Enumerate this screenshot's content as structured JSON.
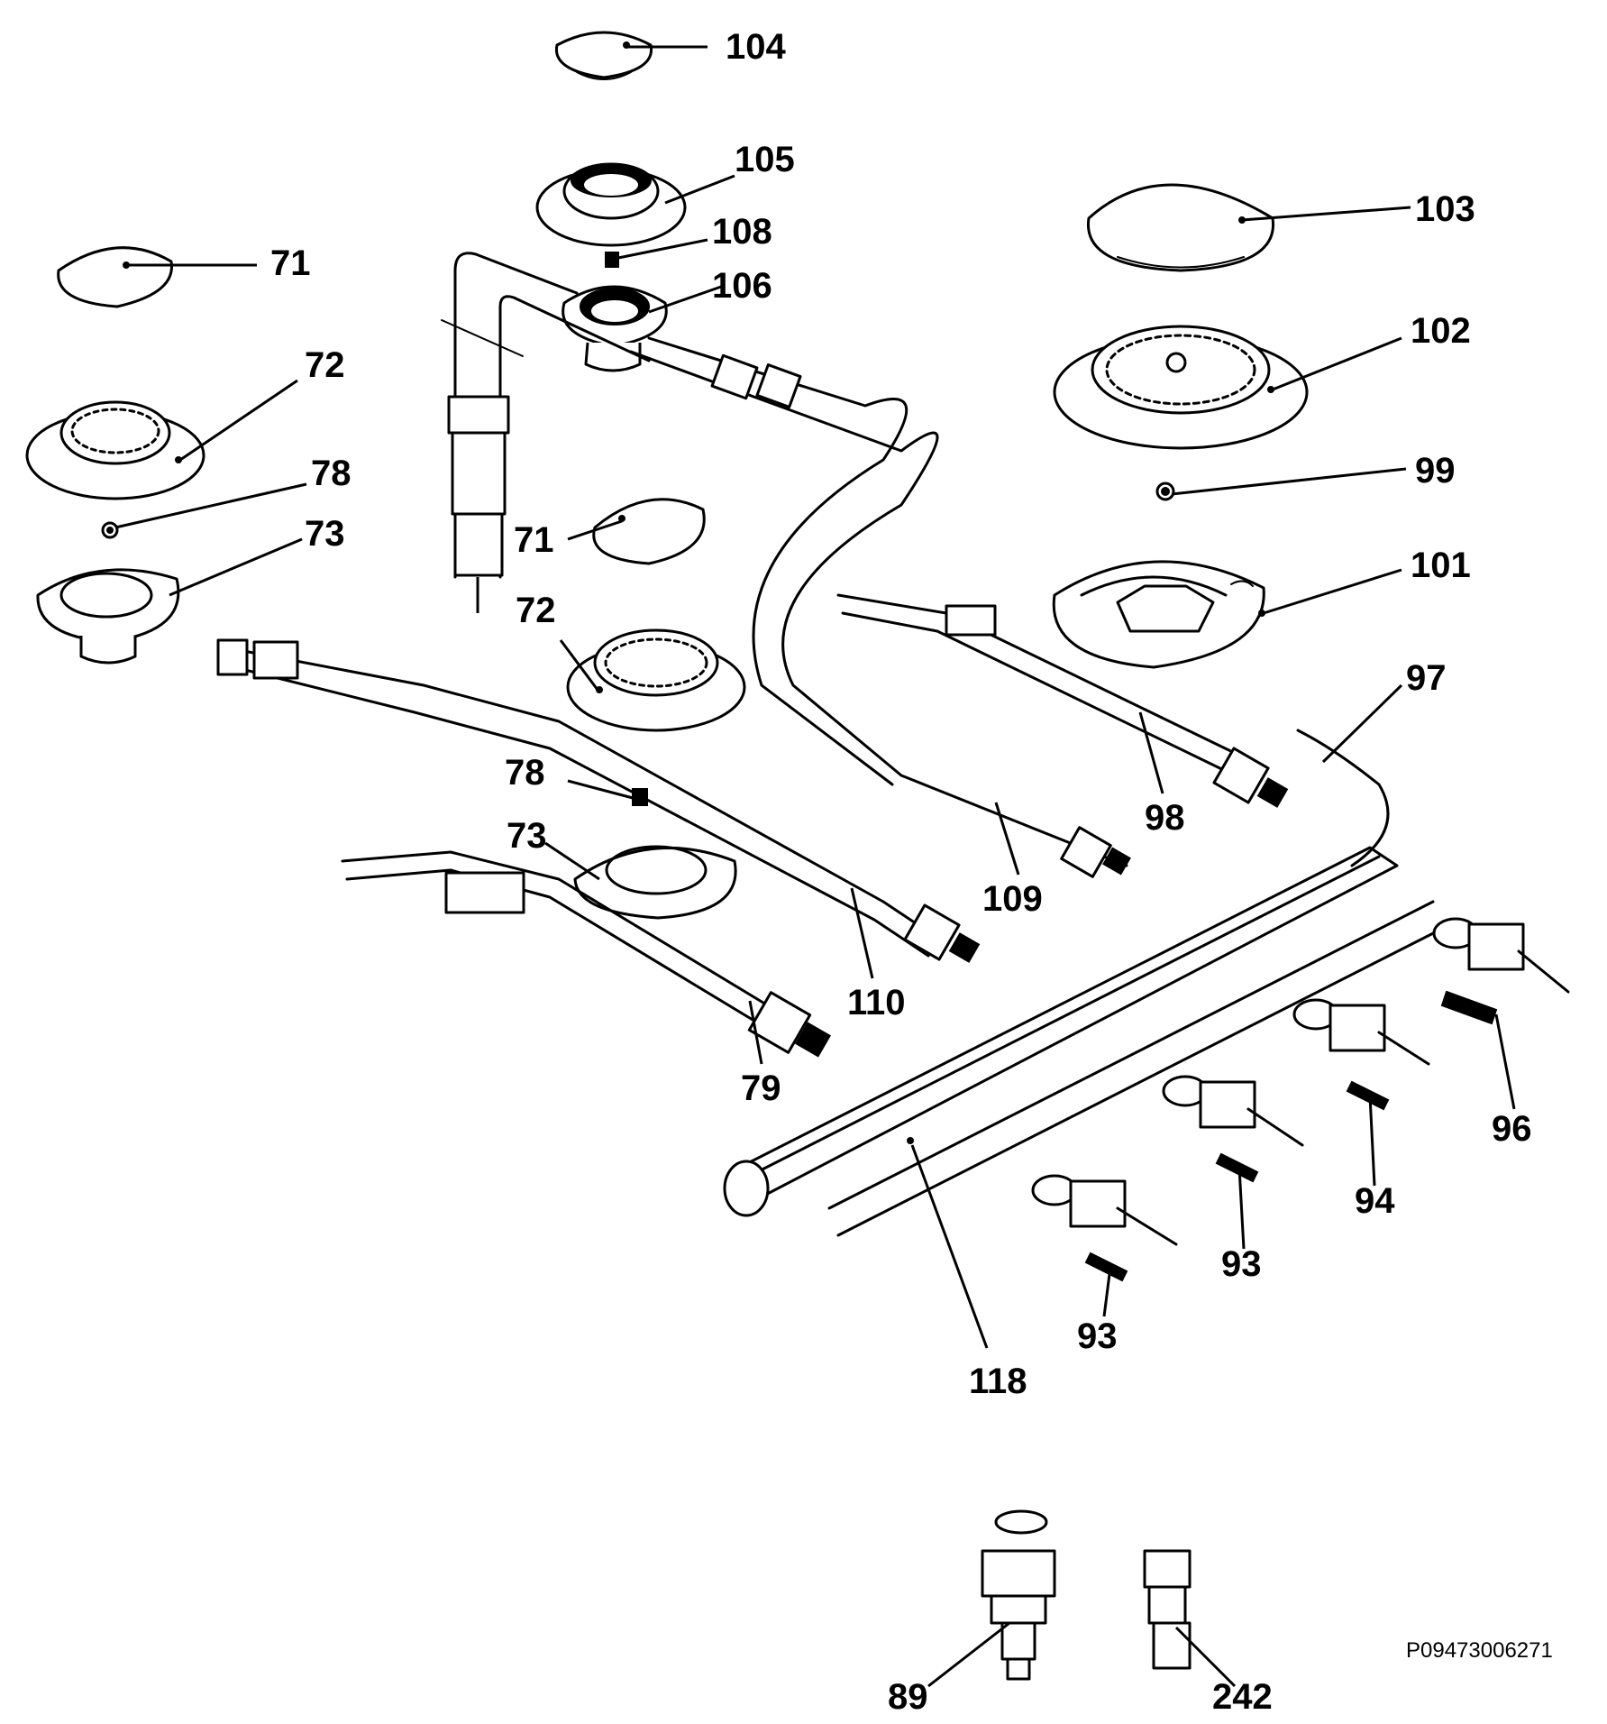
{
  "drawing_code": "P09473006271",
  "callouts": {
    "c104": "104",
    "c105": "105",
    "c108": "108",
    "c106": "106",
    "c103": "103",
    "c102": "102",
    "c99": "99",
    "c101": "101",
    "c97": "97",
    "c98": "98",
    "c71a": "71",
    "c72a": "72",
    "c78a": "78",
    "c73a": "73",
    "c71b": "71",
    "c72b": "72",
    "c78b": "78",
    "c73b": "73",
    "c109": "109",
    "c110": "110",
    "c79": "79",
    "c96": "96",
    "c94": "94",
    "c93a": "93",
    "c93b": "93",
    "c118": "118",
    "c89": "89",
    "c242": "242"
  }
}
